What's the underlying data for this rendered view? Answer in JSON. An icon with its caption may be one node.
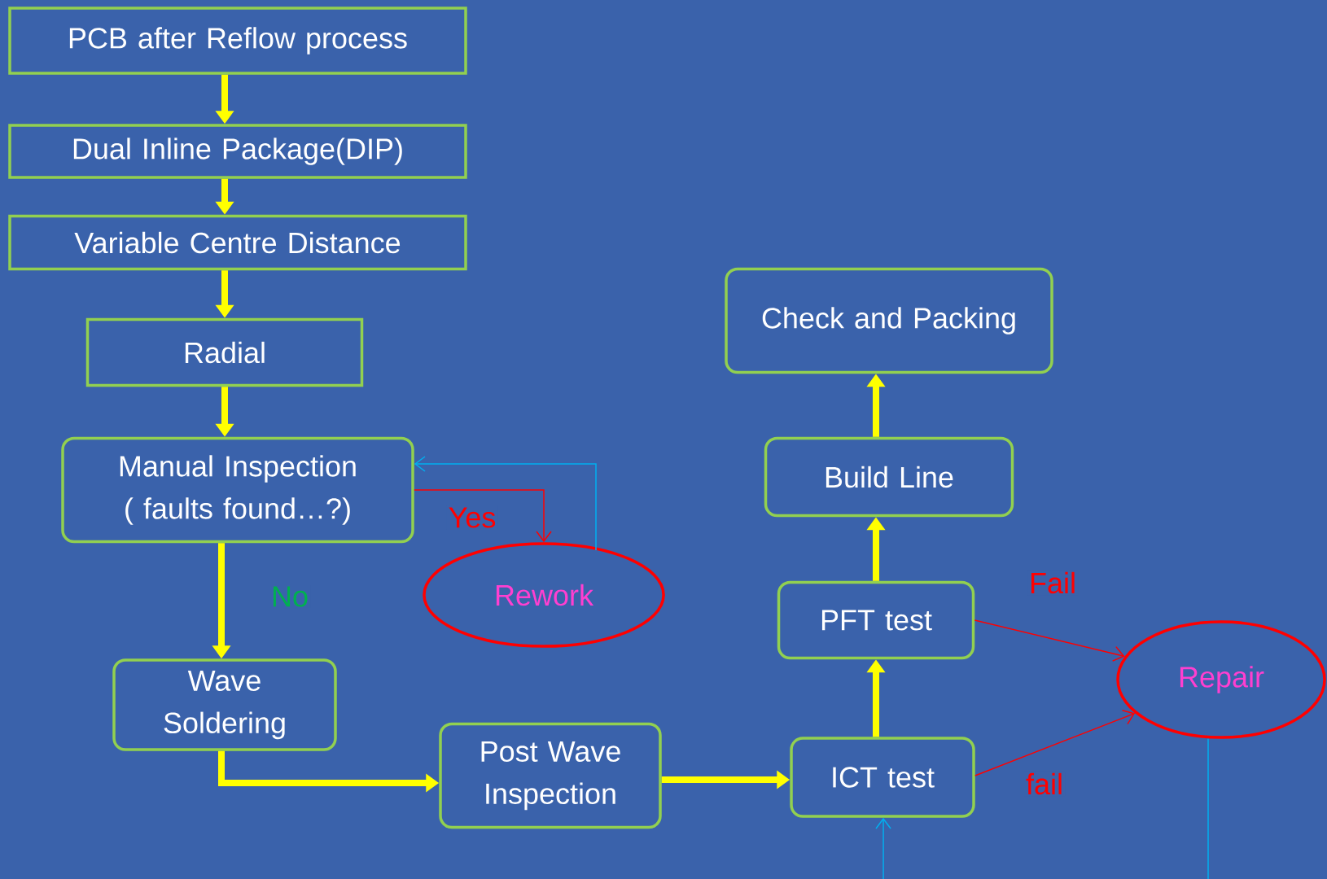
{
  "diagram": {
    "nodes": [
      {
        "text": [
          "PCB after Reflow process"
        ]
      },
      {
        "text": [
          "Dual Inline Package(DIP)"
        ]
      },
      {
        "text": [
          "Variable Centre Distance"
        ]
      },
      {
        "text": [
          "Radial"
        ]
      },
      {
        "text": [
          "Manual Inspection ( faults found…?)"
        ]
      },
      {
        "text": [
          "Rework"
        ]
      },
      {
        "text": [
          "Wave Soldering"
        ]
      },
      {
        "text": [
          "Post Wave Inspection"
        ]
      },
      {
        "text": [
          "ICT test"
        ]
      },
      {
        "text": [
          "PFT test"
        ]
      },
      {
        "text": [
          "Build Line"
        ]
      },
      {
        "text": [
          "Check and Packing"
        ]
      },
      {
        "text": [
          "Repair"
        ]
      }
    ],
    "edges": [
      {
        "from": 0,
        "to": 1,
        "arrow": "to"
      },
      {
        "from": 1,
        "to": 2,
        "arrow": "to"
      },
      {
        "from": 2,
        "to": 3,
        "arrow": "to"
      },
      {
        "from": 3,
        "to": 4,
        "arrow": "to"
      },
      {
        "from": 4,
        "to": 5,
        "arrow": "to",
        "label": "Yes",
        "color": "#ff0000"
      },
      {
        "from": 5,
        "to": 4,
        "arrow": "to",
        "color": "#00b0f0"
      },
      {
        "from": 4,
        "to": 6,
        "arrow": "to",
        "label": "No"
      },
      {
        "from": 6,
        "to": 7,
        "arrow": "to"
      },
      {
        "from": 7,
        "to": 8,
        "arrow": "to"
      },
      {
        "from": 8,
        "to": 9,
        "arrow": "to"
      },
      {
        "from": 9,
        "to": 10,
        "arrow": "to"
      },
      {
        "from": 10,
        "to": 11,
        "arrow": "to"
      },
      {
        "from": 9,
        "to": 12,
        "arrow": "to",
        "label": "Fail",
        "color": "#ff0000"
      },
      {
        "from": 8,
        "to": 12,
        "arrow": "to",
        "label": "fail",
        "color": "#ff0000"
      },
      {
        "from": 12,
        "to": 8,
        "arrow": "to",
        "color": "#00b0f0"
      }
    ]
  }
}
